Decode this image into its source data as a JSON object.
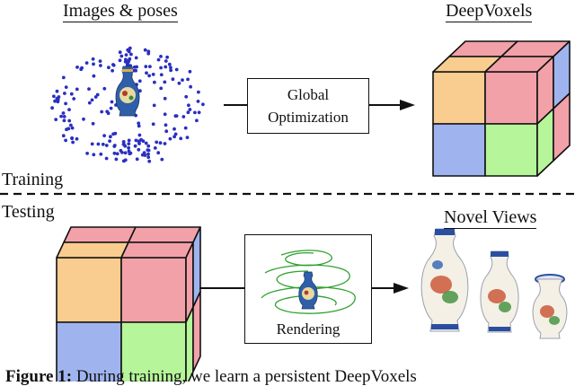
{
  "labels": {
    "images_poses": "Images & poses",
    "deepvoxels": "DeepVoxels",
    "training": "Training",
    "testing": "Testing",
    "novel_views": "Novel Views"
  },
  "boxes": {
    "global_line1": "Global",
    "global_line2": "Optimization",
    "rendering": "Rendering"
  },
  "caption": {
    "prefix": "Figure 1:",
    "text": "During training, we learn a persistent DeepVoxels"
  },
  "colors": {
    "orange": "#f9cc8f",
    "pink": "#f2a1a9",
    "blue": "#9fb4ef",
    "green": "#b6f59a",
    "points": "#2a2fc0",
    "trajectory": "#2ea12e"
  },
  "icons": [
    "vase-icon",
    "point-cloud-icon",
    "camera-trajectory-icon",
    "voxel-cube-icon"
  ]
}
